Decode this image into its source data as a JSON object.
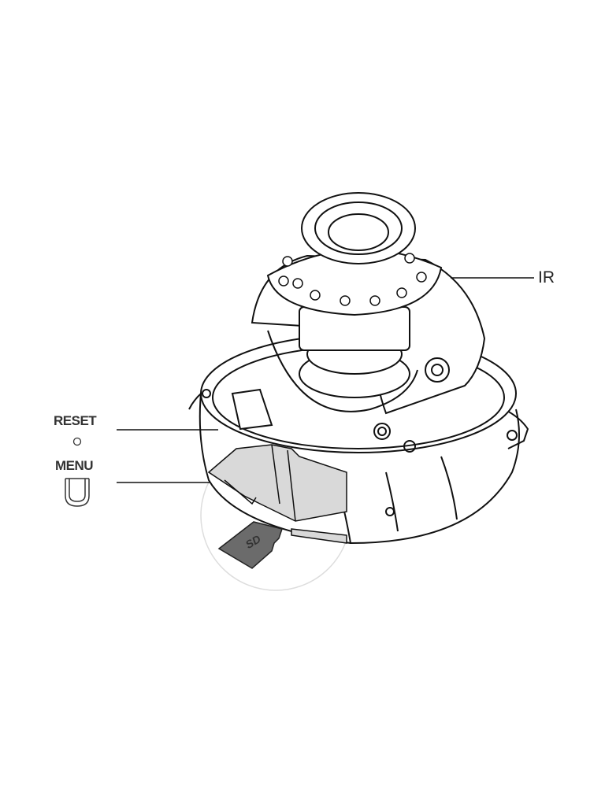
{
  "labels": {
    "ir": "IR",
    "reset": "RESET",
    "menu": "MENU"
  },
  "icons": {
    "reset_button": "small-circle-icon",
    "menu_button": "u-shaped-button-icon",
    "sd_card": "micro-sd-card-icon"
  },
  "colors": {
    "line": "#111111",
    "highlight_fill": "#d9d9d9",
    "sd_card": "#6b6b6b"
  }
}
